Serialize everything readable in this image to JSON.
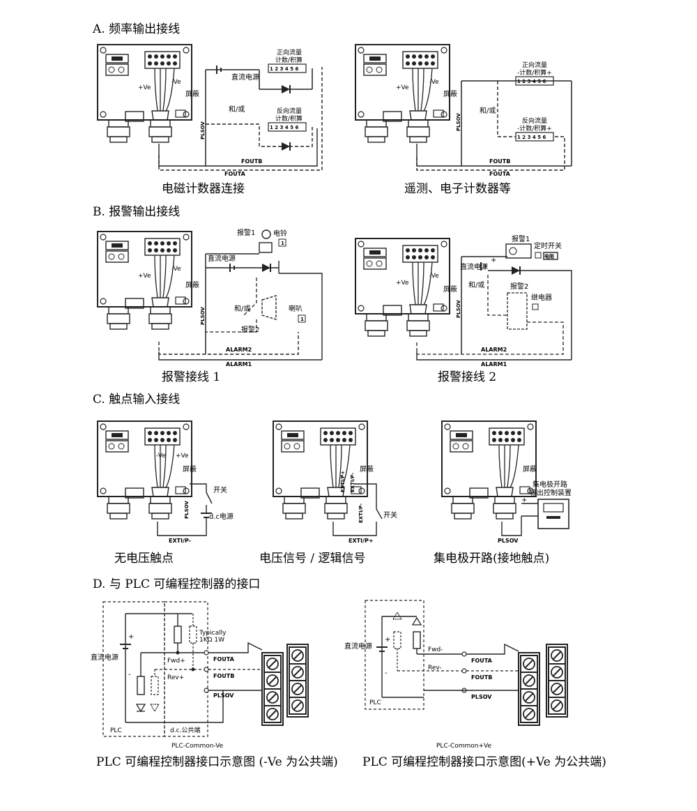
{
  "sections": {
    "A": "A. 频率输出接线",
    "B": "B. 报警输出接线",
    "C": "C. 触点输入接线",
    "D": "D. 与 PLC 可编程控制器的接口"
  },
  "captions": {
    "a1": "电磁计数器连接",
    "a2": "遥测、电子计数器等",
    "b1": "报警接线 1",
    "b2": "报警接线 2",
    "c1": "无电压触点",
    "c2": "电压信号 / 逻辑信号",
    "c3": "集电极开路(接地触点)",
    "d1": "PLC 可编程控制器接口示意图 (-Ve 为公共端)",
    "d2": "PLC 可编程控制器接口示意图(+Ve 为公共端)"
  },
  "labels": {
    "pos_ve": "+Ve",
    "neg_ve": "-Ve",
    "shield": "屏蔽",
    "plsov": "PLSOV",
    "fouta": "FOUTA",
    "foutb": "FOUTB",
    "dc_power": "直流电源",
    "and_or": "和/或",
    "fwd_counter": "正向流量",
    "rev_counter": "反向流量",
    "count_total": "计数/积算",
    "count_total2": "-计数/积算+",
    "terminals": "1 2 3 4 5 6",
    "alarm1": "报警1",
    "alarm2": "报警2",
    "bell": "电铃",
    "horn": "喇叭",
    "alarm1_wire": "ALARM1",
    "alarm2_wire": "ALARM2",
    "timer_switch": "定时开关",
    "resistor": "电阻",
    "relay": "继电器",
    "switch": "开关",
    "dc_supply": "d.c电源",
    "extip_neg": "EXTI/P-",
    "extip_pos": "EXTI/P+",
    "collector": "集电极开路",
    "collector2": "输出控制装置",
    "typically": "Typically",
    "resistor_val": "1KΩ  1W",
    "fwd_plus": "Fwd+",
    "rev_plus": "Rev+",
    "fwd_minus": "Fwd-",
    "rev_minus": "Rev-",
    "plc": "PLC",
    "dc_common": "d.c.公共端",
    "plc_common_neg": "PLC-Common-Ve",
    "plc_common_pos": "PLC-Common+Ve",
    "plus": "+",
    "minus": "-",
    "one": "1"
  }
}
